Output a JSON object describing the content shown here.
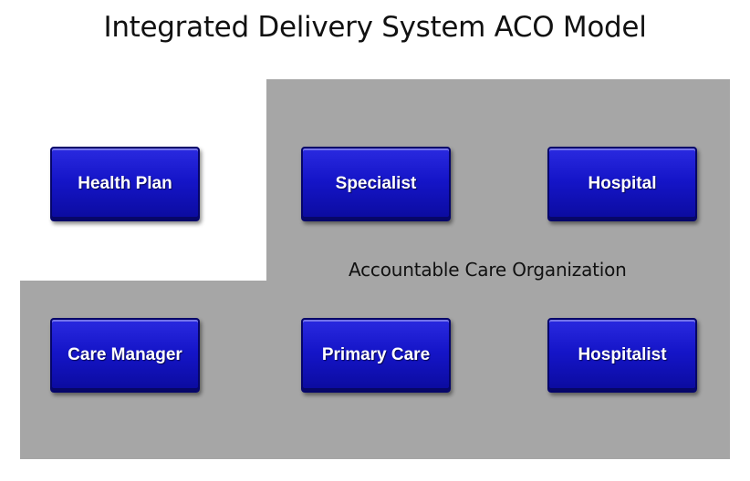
{
  "title": "Integrated Delivery System ACO Model",
  "region_label": "Accountable Care Organization",
  "colors": {
    "node_fill": "#1a1ad0",
    "node_border": "#05056a",
    "region_fill": "#a6a6a6",
    "background": "#ffffff"
  },
  "nodes": {
    "health_plan": "Health Plan",
    "specialist": "Specialist",
    "hospital": "Hospital",
    "care_manager": "Care Manager",
    "primary_care": "Primary Care",
    "hospitalist": "Hospitalist"
  }
}
